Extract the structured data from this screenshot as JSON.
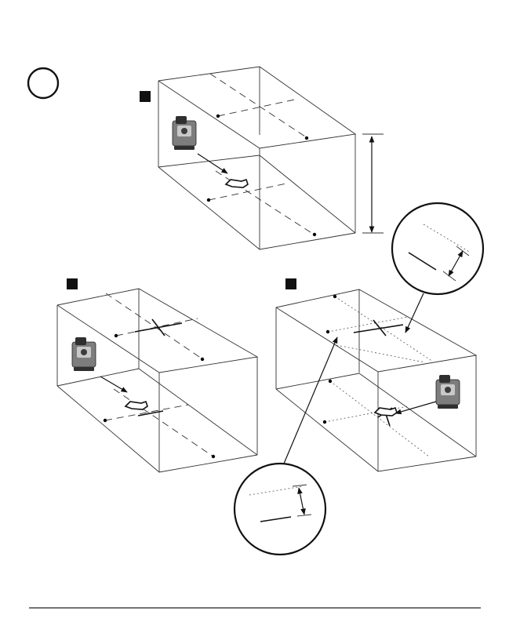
{
  "figure": {
    "step_marker": {
      "shape": "circle",
      "label": ""
    },
    "panels": [
      {
        "id": "a",
        "label": "",
        "height_arrow": true,
        "device": "left"
      },
      {
        "id": "b",
        "label": "",
        "device": "left",
        "cross_on_ceiling": true
      },
      {
        "id": "c",
        "label": "",
        "device": "right",
        "cross_on_ceiling": true
      }
    ],
    "callouts": [
      {
        "target": "ceiling",
        "detail": "offset-measurement"
      },
      {
        "target": "ceiling",
        "detail": "offset-measurement"
      }
    ],
    "colors": {
      "line": "#333333",
      "laser_point": "#f2b800",
      "device": "#7d7d7d",
      "label_box": "#111111"
    },
    "icons": [
      "laser-level-icon",
      "laser-point-icon",
      "floor-bracket-icon"
    ]
  }
}
